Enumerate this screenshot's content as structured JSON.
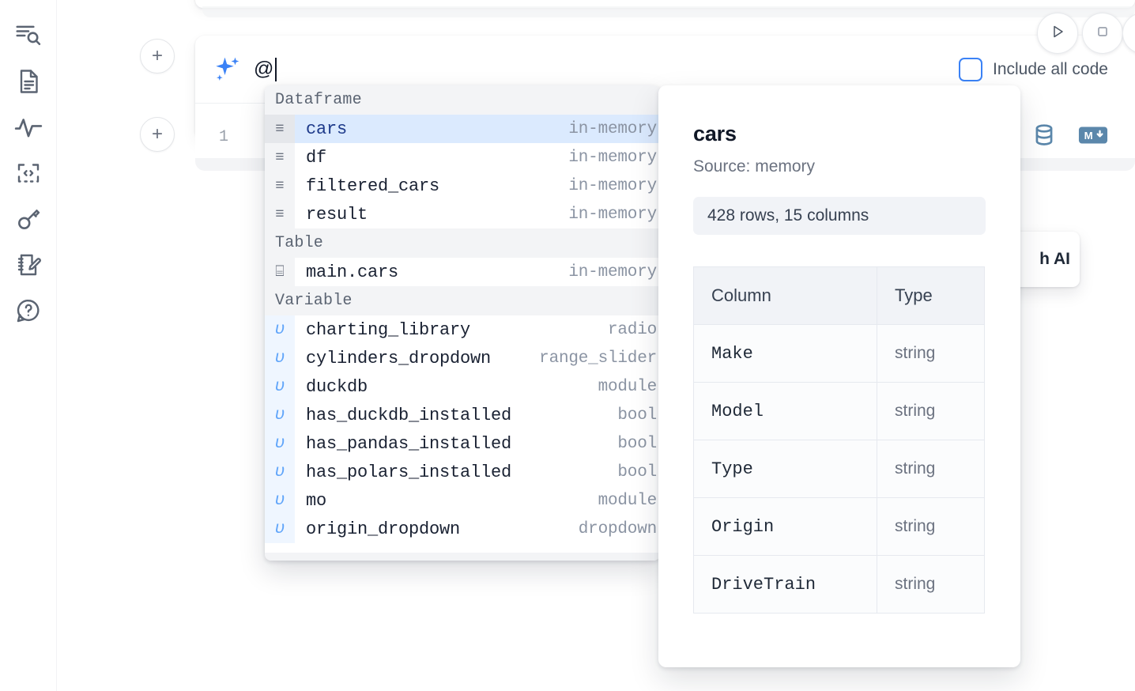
{
  "sidebar": {
    "items": [
      {
        "name": "explore-outline-icon",
        "label": "Outline"
      },
      {
        "name": "file-document-icon",
        "label": "Notebook files"
      },
      {
        "name": "activity-pulse-icon",
        "label": "Activity"
      },
      {
        "name": "code-snippet-icon",
        "label": "Snippets"
      },
      {
        "name": "secrets-key-icon",
        "label": "Secrets"
      },
      {
        "name": "scratchpad-edit-icon",
        "label": "Scratchpad"
      },
      {
        "name": "help-chat-icon",
        "label": "Help"
      }
    ]
  },
  "toolbar": {
    "run_label": "Run",
    "stop_label": "Stop",
    "more_label": "More",
    "add_cell_label": "+"
  },
  "ai_prompt": {
    "sparkle_icon": "sparkles-icon",
    "value": "@",
    "placeholder": "",
    "include_all_code_label": "Include all code",
    "include_all_code_checked": false
  },
  "code_cell": {
    "line_number": "1",
    "tools": [
      {
        "name": "database-icon",
        "label": "Database"
      },
      {
        "name": "markdown-icon",
        "label": "M↓"
      }
    ]
  },
  "autocomplete": {
    "sections": [
      {
        "label": "Dataframe",
        "icon": "dataframe-rows-icon",
        "kind": "df",
        "items": [
          {
            "name": "cars",
            "meta": "in-memory",
            "selected": true
          },
          {
            "name": "df",
            "meta": "in-memory",
            "selected": false
          },
          {
            "name": "filtered_cars",
            "meta": "in-memory",
            "selected": false
          },
          {
            "name": "result",
            "meta": "in-memory",
            "selected": false
          }
        ]
      },
      {
        "label": "Table",
        "icon": "database-table-icon",
        "kind": "table",
        "items": [
          {
            "name": "main.cars",
            "meta": "in-memory",
            "selected": false
          }
        ]
      },
      {
        "label": "Variable",
        "icon": "variable-upsilon-icon",
        "kind": "var",
        "items": [
          {
            "name": "charting_library",
            "meta": "radio",
            "selected": false
          },
          {
            "name": "cylinders_dropdown",
            "meta": "range_slider",
            "selected": false
          },
          {
            "name": "duckdb",
            "meta": "module",
            "selected": false
          },
          {
            "name": "has_duckdb_installed",
            "meta": "bool",
            "selected": false
          },
          {
            "name": "has_pandas_installed",
            "meta": "bool",
            "selected": false
          },
          {
            "name": "has_polars_installed",
            "meta": "bool",
            "selected": false
          },
          {
            "name": "mo",
            "meta": "module",
            "selected": false
          },
          {
            "name": "origin_dropdown",
            "meta": "dropdown",
            "selected": false
          }
        ]
      }
    ]
  },
  "doc_panel": {
    "title": "cars",
    "source": "Source: memory",
    "shape": "428 rows, 15 columns",
    "table": {
      "headers": [
        "Column",
        "Type"
      ],
      "rows": [
        [
          "Make",
          "string"
        ],
        [
          "Model",
          "string"
        ],
        [
          "Type",
          "string"
        ],
        [
          "Origin",
          "string"
        ],
        [
          "DriveTrain",
          "string"
        ]
      ]
    }
  },
  "tooltip": {
    "text": "h AI"
  },
  "colors": {
    "accent_blue": "#3b82f6",
    "selected_row": "#dbeafe",
    "section_header": "#f3f4f6",
    "tool_icon": "#5b87ab",
    "text_primary": "#111827",
    "text_muted": "#8b94a3"
  }
}
